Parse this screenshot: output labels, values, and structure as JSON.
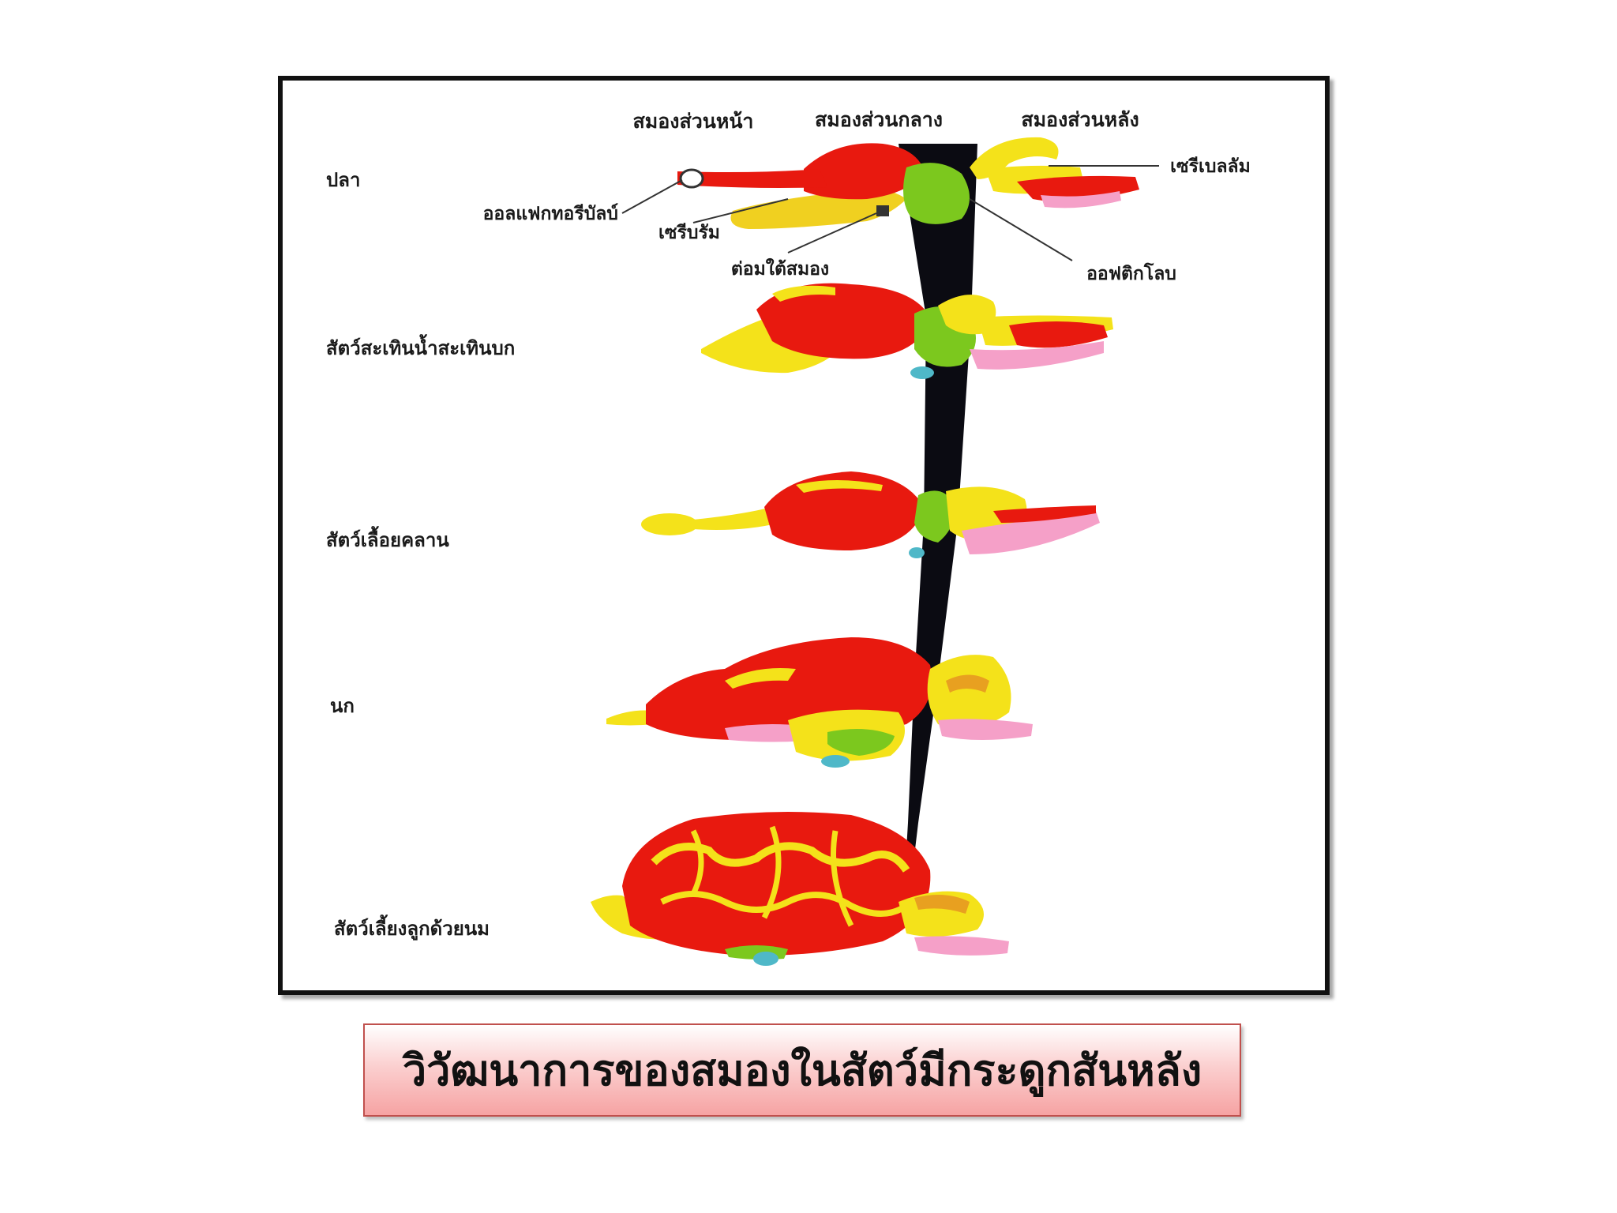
{
  "figure": {
    "region_headers": [
      "สมองส่วนหน้า",
      "สมองส่วนกลาง",
      "สมองส่วนหลัง"
    ],
    "classes": [
      "ปลา",
      "สัตว์สะเทินน้ำสะเทินบก",
      "สัตว์เลื้อยคลาน",
      "นก",
      "สัตว์เลี้ยงลูกด้วยนม"
    ],
    "parts": {
      "olfactory_bulb": "ออลแฟกทอรีบัลบ์",
      "cerebrum": "เซรีบรัม",
      "pituitary": "ต่อมใต้สมอง",
      "optic_lobe": "ออฟติกโลบ",
      "cerebellum": "เซรีเบลลัม"
    }
  },
  "caption": "วิวัฒนาการของสมองในสัตว์มีกระดูกสันหลัง",
  "colors": {
    "forebrain": "#e8190f",
    "midbrain": "#7cc81e",
    "hindbrain": "#f4e21a",
    "medulla": "#f5a0c8",
    "axis": "#0b0b12",
    "caption_border": "#c0504d"
  }
}
